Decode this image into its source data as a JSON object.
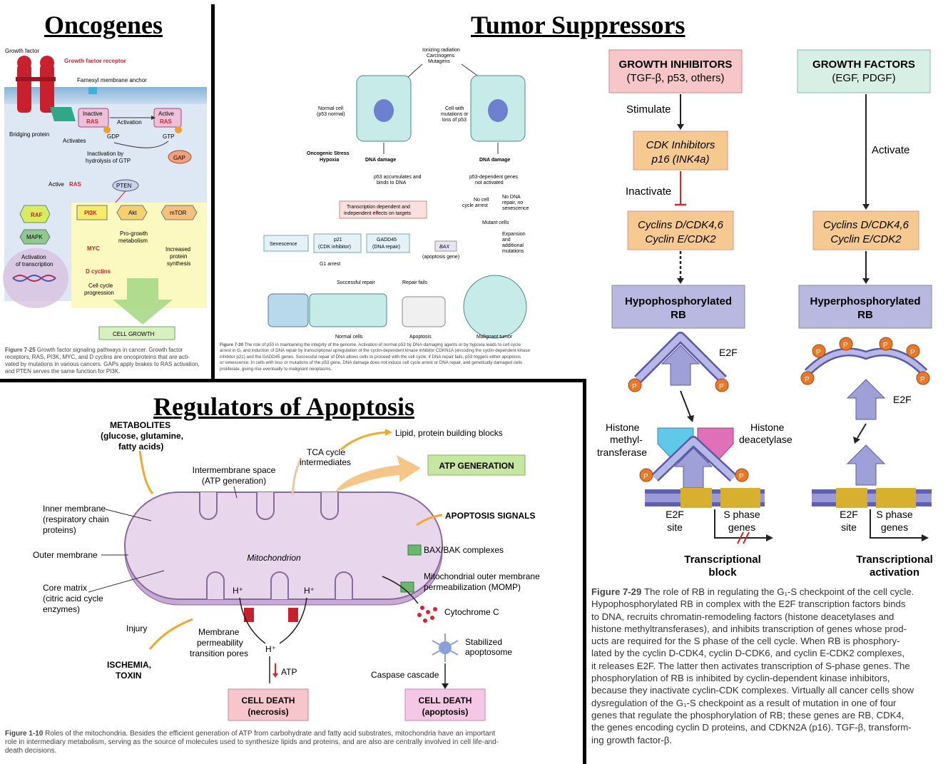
{
  "titles": {
    "oncogenes": "Oncogenes",
    "tumor_suppressors": "Tumor Suppressors",
    "apoptosis": "Regulators of Apoptosis"
  },
  "onc": {
    "growth_factor": "Growth factor",
    "receptor": "Growth factor receptor",
    "farnesyl": "Farnesyl membrane anchor",
    "inactive": "Inactive",
    "active": "Active",
    "ras": "RAS",
    "activation": "Activation",
    "bridging": "Bridging protein",
    "activates": "Activates",
    "gdp": "GDP",
    "gtp": "GTP",
    "inactivation": "Inactivation by",
    "hydrolysis": "hydrolysis of GTP",
    "gap": "GAP",
    "active_ras": "Active",
    "pten": "PTEN",
    "raf": "RAF",
    "pi3k": "PI3K",
    "akt": "Akt",
    "mtor": "mTOR",
    "mapk": "MAPK",
    "pro_growth_1": "Pro-growth",
    "pro_growth_2": "metabolism",
    "myc": "MYC",
    "increased_1": "Increased",
    "increased_2": "protein",
    "increased_3": "synthesis",
    "activation_of_1": "Activation",
    "activation_of_2": "of transcription",
    "d_cyclins": "D cyclins",
    "cell_cycle_1": "Cell cycle",
    "cell_cycle_2": "progression",
    "cell_growth": "CELL GROWTH",
    "caption_label": "Figure 7-25",
    "caption_1": " Growth factor signaling pathways in cancer. Growth factor",
    "caption_2": "receptors, RAS, PI3K, MYC, and D cyclins are oncoproteins that are acti-",
    "caption_3": "vated by mutations in various cancers. GAPs apply brakes to RAS activation,",
    "caption_4": "and PTEN serves the same function for PI3K."
  },
  "p53": {
    "ionizing_1": "Ionizing radiation",
    "ionizing_2": "Carcinogens",
    "ionizing_3": "Mutagens",
    "normal_1": "Normal cell",
    "normal_2": "(p53 normal)",
    "mut_1": "Cell with",
    "mut_2": "mutations or",
    "mut_3": "loss of p53",
    "oncogenic_1": "Oncogenic Stress",
    "oncogenic_2": "Hypoxia",
    "dna_damage": "DNA damage",
    "accum_1": "p53 accumulates and",
    "accum_2": "binds to DNA",
    "dep_1": "p53-dependent genes",
    "dep_2": "not activated",
    "trans_1": "Transcription dependent and",
    "trans_2": "independent effects on targets",
    "noarrest_1": "No cell",
    "noarrest_2": "cycle arrest",
    "norepair_1": "No DNA",
    "norepair_2": "repair, no",
    "norepair_3": "senescence",
    "senescence": "Senescence",
    "p21_1": "p21",
    "p21_2": "(CDK inhibitor)",
    "gadd_1": "GADD45",
    "gadd_2": "(DNA repair)",
    "bax": "BAX",
    "bax_2": "(apoptosis gene)",
    "mutant": "Mutant cells",
    "expansion_1": "Expansion",
    "expansion_2": "and",
    "expansion_3": "additional",
    "expansion_4": "mutations",
    "g1": "G1 arrest",
    "successful": "Successful repair",
    "repair_fails": "Repair fails",
    "normal_cells": "Normal cells",
    "apoptosis": "Apoptosis",
    "malignant": "Malignant tumor",
    "caption_label": "Figure 7-30",
    "caption_1": " The role of p53 in maintaining the integrity of the genome. Activation of normal p53 by DNA-damaging agents or by hypoxia leads to cell cycle",
    "caption_2": "arrest in G₁ and induction of DNA repair by transcriptional upregulation of the cyclin-dependent kinase inhibitor CDKN1A (encoding the cyclin-dependent kinase",
    "caption_3": "inhibitor p21) and the GADD45 genes. Successful repair of DNA allows cells to proceed with the cell cycle; if DNA repair fails, p53 triggers either apoptosis",
    "caption_4": "or senescence. In cells with loss or mutations of the p53 gene, DNA damage does not induce cell cycle arrest or DNA repair, and genetically damaged cells",
    "caption_5": "proliferate, giving rise eventually to malignant neoplasms."
  },
  "rb": {
    "inhib_title": "GROWTH INHIBITORS",
    "inhib_sub": "(TGF-β, p53, others)",
    "fact_title": "GROWTH FACTORS",
    "fact_sub": "(EGF, PDGF)",
    "stimulate": "Stimulate",
    "activate": "Activate",
    "cdk_inh_1": "CDK Inhibitors",
    "cdk_inh_2": "p16 (INK4a)",
    "inactivate": "Inactivate",
    "cyclins_1": "Cyclins D/CDK4,6",
    "cyclins_2": "Cyclin E/CDK2",
    "hypo_1": "Hypophosphorylated",
    "hypo_2": "RB",
    "hyper_1": "Hyperphosphorylated",
    "hyper_2": "RB",
    "e2f": "E2F",
    "p": "P",
    "histone_mt_1": "Histone",
    "histone_mt_2": "methyl-",
    "histone_mt_3": "transferase",
    "histone_da_1": "Histone",
    "histone_da_2": "deacetylase",
    "e2f_site_1": "E2F",
    "e2f_site_2": "site",
    "sphase_1": "S phase",
    "sphase_2": "genes",
    "block_1": "Transcriptional",
    "block_2": "block",
    "act_1": "Transcriptional",
    "act_2": "activation",
    "cap_label": "Figure 7-29",
    "cap_lines": [
      "The role of RB in regulating the G₁-S checkpoint of the cell cycle.",
      "Hypophosphorylated RB in complex with the E2F transcription factors binds",
      "to DNA, recruits chromatin-remodeling factors (histone deacetylases and",
      "histone methyltransferases), and inhibits transcription of genes whose prod-",
      "ucts are required for the S phase of the cell cycle. When RB is phosphory-",
      "lated by the cyclin D-CDK4, cyclin D-CDK6, and cyclin E-CDK2 complexes,",
      "it releases E2F. The latter then activates transcription of S-phase genes. The",
      "phosphorylation of RB is inhibited by cyclin-dependent kinase inhibitors,",
      "because they inactivate cyclin-CDK complexes. Virtually all cancer cells show",
      "dysregulation of the G₁-S checkpoint as a result of mutation in one of four",
      "genes that regulate the phosphorylation of RB; these genes are RB, CDK4,",
      "the genes encoding cyclin D proteins, and CDKN2A (p16). TGF-β, transform-",
      "ing growth factor-β."
    ]
  },
  "apo": {
    "lipid": "Lipid, protein building blocks",
    "metab_1": "METABOLITES",
    "metab_2": "(glucose, glutamine,",
    "metab_3": "fatty acids)",
    "tca_1": "TCA cycle",
    "tca_2": "intermediates",
    "atp_gen": "ATP GENERATION",
    "ims_1": "Intermembrane space",
    "ims_2": "(ATP generation)",
    "inner_1": "Inner membrane",
    "inner_2": "(respiratory chain",
    "inner_3": "proteins)",
    "outer": "Outer membrane",
    "core_1": "Core matrix",
    "core_2": "(citric acid cycle",
    "core_3": "enzymes)",
    "mito": "Mitochondrion",
    "apo_signals": "APOPTOSIS SIGNALS",
    "baxbak": "BAX/BAK complexes",
    "momp_1": "Mitochondrial outer membrane",
    "momp_2": "permeabilization (MOMP)",
    "cytc": "Cytochrome C",
    "stab_1": "Stabilized",
    "stab_2": "apoptosome",
    "hplus": "H⁺",
    "injury": "Injury",
    "mpt_1": "Membrane",
    "mpt_2": "permeability",
    "mpt_3": "transition pores",
    "atp_down": "ATP",
    "caspase": "Caspase cascade",
    "ischemia_1": "ISCHEMIA,",
    "ischemia_2": "TOXIN",
    "death_nec_1": "CELL DEATH",
    "death_nec_2": "(necrosis)",
    "death_apo_1": "CELL DEATH",
    "death_apo_2": "(apoptosis)",
    "cap_label": "Figure 1-10",
    "cap_1": " Roles of the mitochondria. Besides the efficient generation of ATP from carbohydrate and fatty acid substrates, mitochondria have an important",
    "cap_2": "role in intermediary metabolism, serving as the source of molecules used to synthesize lipids and proteins, and are also are centrally involved in cell life-and-",
    "cap_3": "death decisions."
  },
  "colors": {
    "red": "#d8232a",
    "rb_purple": "#b8b8e0",
    "orange_box": "#f5c98f",
    "inhib_box": "#f7c6c8",
    "fact_box": "#d7efe4",
    "atp_green": "#c7e7a1",
    "mito": "#e7d6ec"
  }
}
